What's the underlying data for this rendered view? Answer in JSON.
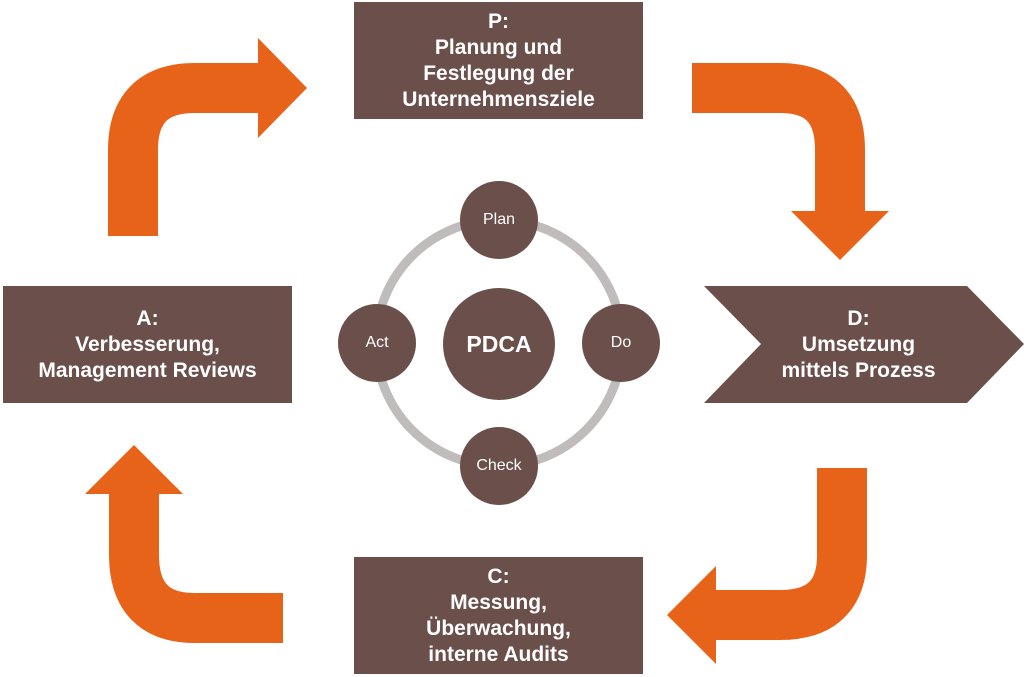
{
  "colors": {
    "arrow": "#e8631a",
    "box": "#6b4f4b",
    "ring": "#c0bcbb",
    "text": "#ffffff"
  },
  "p_box": {
    "letter": "P:",
    "line1": "Planung und",
    "line2": "Festlegung der",
    "line3": "Unternehmensziele"
  },
  "d_box": {
    "letter": "D:",
    "line1": "Umsetzung",
    "line2": "mittels Prozess"
  },
  "c_box": {
    "letter": "C:",
    "line1": "Messung,",
    "line2": "Überwachung,",
    "line3": "interne Audits"
  },
  "a_box": {
    "letter": "A:",
    "line1": "Verbesserung,",
    "line2": "Management Reviews"
  },
  "cycle": {
    "center": "PDCA",
    "plan": "Plan",
    "do": "Do",
    "check": "Check",
    "act": "Act"
  },
  "icons": [
    "arrow-up-right-icon",
    "arrow-right-down-icon",
    "arrow-down-left-icon",
    "arrow-left-up-icon"
  ]
}
